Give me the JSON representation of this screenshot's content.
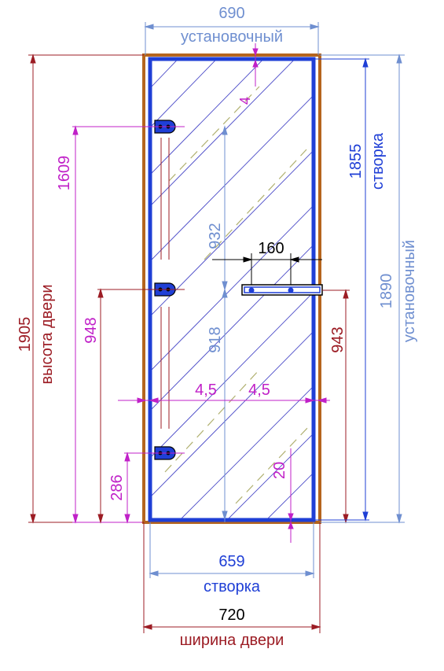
{
  "colors": {
    "frame": "#b5651d",
    "leaf": "#1f3fd6",
    "install": "#6f8fd0",
    "leaf_dim": "#1f3fd6",
    "door": "#9c1c24",
    "hinge_dim": "#c020c8",
    "glass": "#4a4ac8",
    "reflect": "#b0b070",
    "black": "#000000",
    "gap": "#b030c0"
  },
  "dimensions": {
    "top_width_value": "690",
    "top_width_label": "установочный",
    "leaf_width_value": "659",
    "leaf_width_label": "створка",
    "door_width_value": "720",
    "door_width_label": "ширина двери",
    "door_height_value": "1905",
    "door_height_label": "высота двери",
    "leaf_height_value": "1855",
    "leaf_height_label": "створка",
    "install_height_value": "1890",
    "install_height_label": "установочный",
    "hinge_top": "1609",
    "hinge_mid": "948",
    "hinge_bottom": "286",
    "handle_height": "943",
    "handle_spacing": "160",
    "upper_span": "932",
    "lower_span": "918",
    "top_gap": "4",
    "side_gap_left": "4,5",
    "side_gap_right": "4,5",
    "bottom_gap": "20"
  },
  "icons": {
    "hinge": "hinge-icon",
    "handle": "handle-icon"
  }
}
